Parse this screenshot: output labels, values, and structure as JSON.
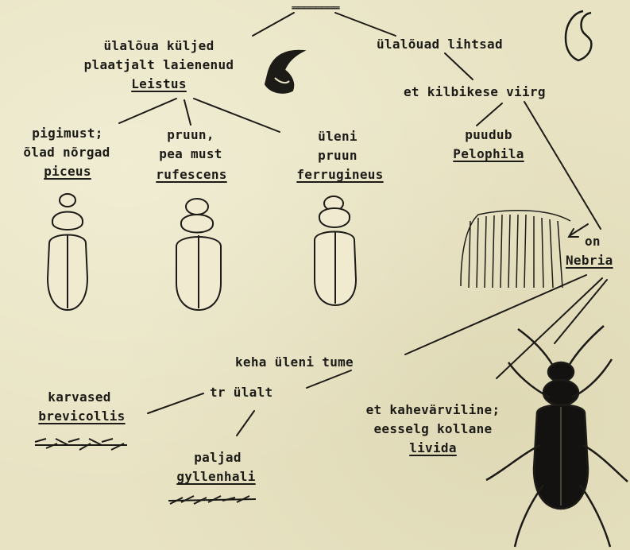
{
  "nodes": {
    "root": "‗‗‗‗‗‗‗‗",
    "mandible_wide_line1": "ülalõua küljed",
    "mandible_wide_line2": "plaatjalt laienenud",
    "genus_leistus": "Leistus",
    "mandible_simple": "ülalõuad lihtsad",
    "scutellum_ridge": "et kilbikese viirg",
    "absent": "puudub",
    "genus_pelophila": "Pelophila",
    "present": "on",
    "genus_nebria": "Nebria",
    "piceus_line1": "pigimust;",
    "piceus_line2": "õlad nõrgad",
    "species_piceus": "piceus",
    "rufescens_line1": "pruun,",
    "rufescens_line2": "pea must",
    "species_rufescens": "rufescens",
    "ferrugineus_line1": "üleni",
    "ferrugineus_line2": "pruun",
    "species_ferrugineus": "ferrugineus",
    "body_dark": "keha üleni tume",
    "tr_above": "tr ülalt",
    "hairy": "karvased",
    "species_brevicollis": "brevicollis",
    "bare": "paljad",
    "species_gyllenhali": "gyllenhali",
    "bicolor_line1": "et kahevärviline;",
    "bicolor_line2": "eesselg kollane",
    "species_livida": "livida"
  },
  "colors": {
    "paper": "#e8e3c3",
    "ink": "#1d1b17"
  }
}
